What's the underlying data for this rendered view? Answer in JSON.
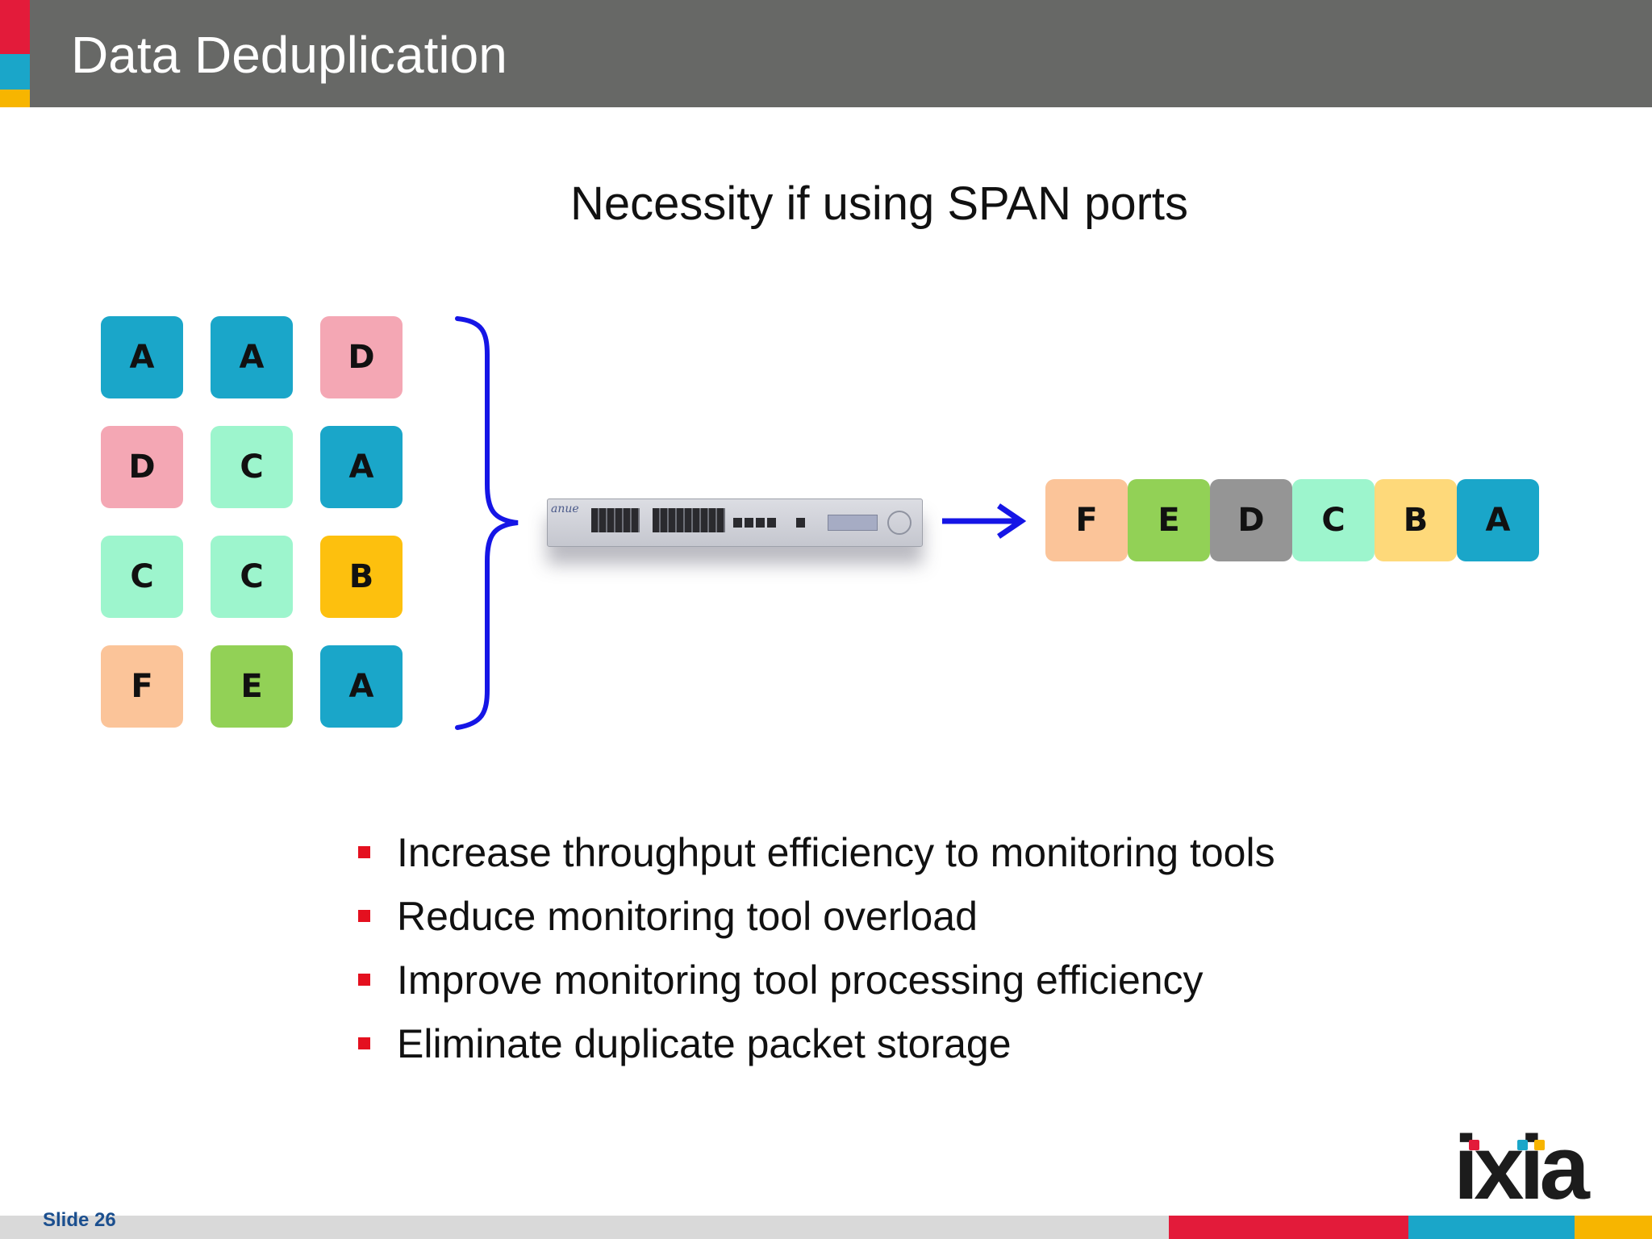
{
  "header": {
    "title": "Data Deduplication",
    "accent_colors": [
      "#e31b3a",
      "#1aa6c9",
      "#f7b500"
    ],
    "background": "#676866"
  },
  "subtitle": "Necessity if using SPAN ports",
  "palette": {
    "blue": "#1aa6c9",
    "pink": "#f4a7b4",
    "mint": "#9df5cd",
    "yellow": "#fdc00e",
    "light_yellow": "#fed97a",
    "peach": "#fbc499",
    "green": "#92d156",
    "gray": "#959595"
  },
  "input_packets": [
    [
      "A",
      "A",
      "D"
    ],
    [
      "D",
      "C",
      "A"
    ],
    [
      "C",
      "C",
      "B"
    ],
    [
      "F",
      "E",
      "A"
    ]
  ],
  "output_packets": [
    "F",
    "E",
    "D",
    "C",
    "B",
    "A"
  ],
  "device": {
    "brand": "anue"
  },
  "arrow_color": "#1515e6",
  "bullets": [
    "Increase throughput efficiency to monitoring tools",
    "Reduce monitoring tool overload",
    "Improve monitoring tool processing efficiency",
    "Eliminate duplicate packet storage"
  ],
  "footer": {
    "slide_label": "Slide  26",
    "logo": "ixia",
    "segment_colors": [
      "#e31b3a",
      "#1aa6c9",
      "#f7b500"
    ]
  }
}
